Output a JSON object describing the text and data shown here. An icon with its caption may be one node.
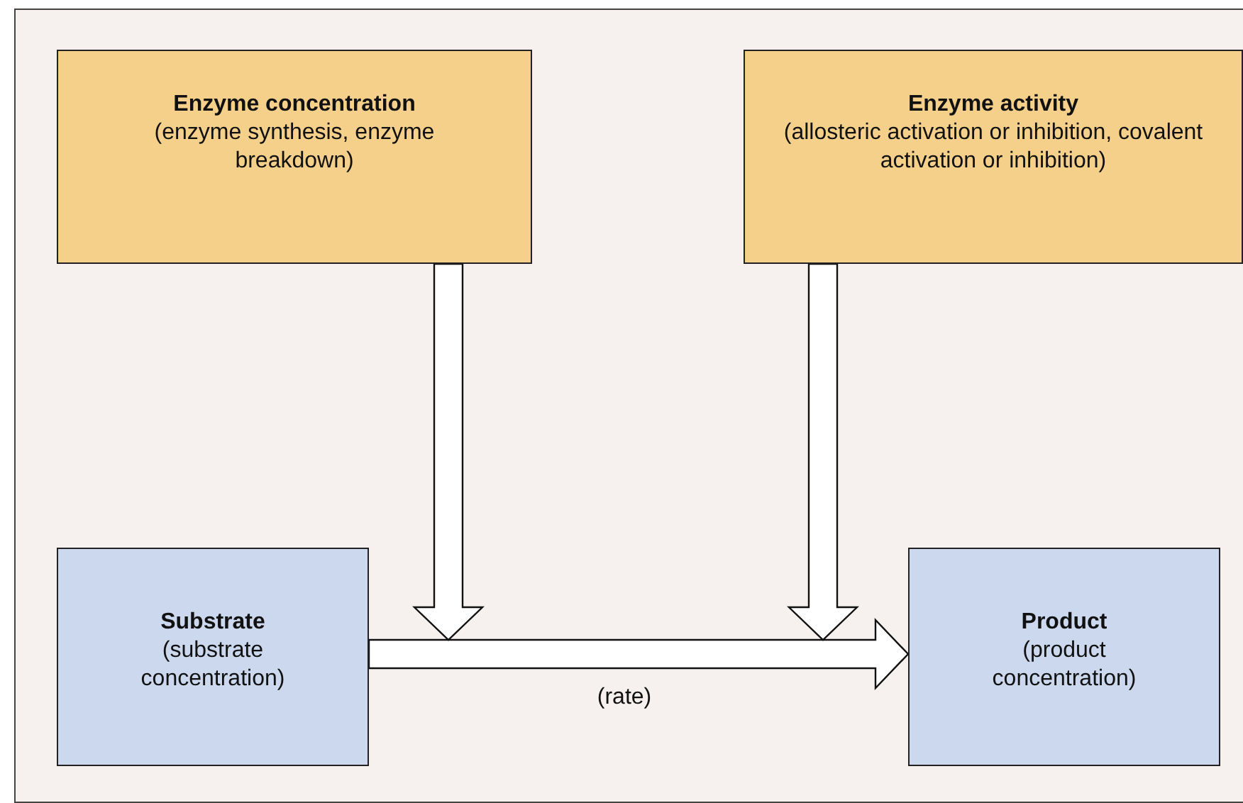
{
  "diagram": {
    "nodes": [
      {
        "text": [
          "Enzyme concentration",
          "(enzyme synthesis, enzyme breakdown)"
        ]
      },
      {
        "text": [
          "Enzyme activity",
          "(allosteric activation or inhibition, covalent activation or inhibition)"
        ]
      },
      {
        "text": [
          "Substrate",
          "(substrate concentration)"
        ]
      },
      {
        "text": [
          "Product",
          "(product concentration)"
        ]
      }
    ],
    "edges": [
      {
        "from": 2,
        "to": 3,
        "arrow": "to",
        "label": "(rate)",
        "style": "thick"
      },
      {
        "from": 0,
        "to": null,
        "arrow": "to",
        "style": "thick"
      },
      {
        "from": 1,
        "to": null,
        "arrow": "to",
        "style": "thick"
      }
    ]
  }
}
